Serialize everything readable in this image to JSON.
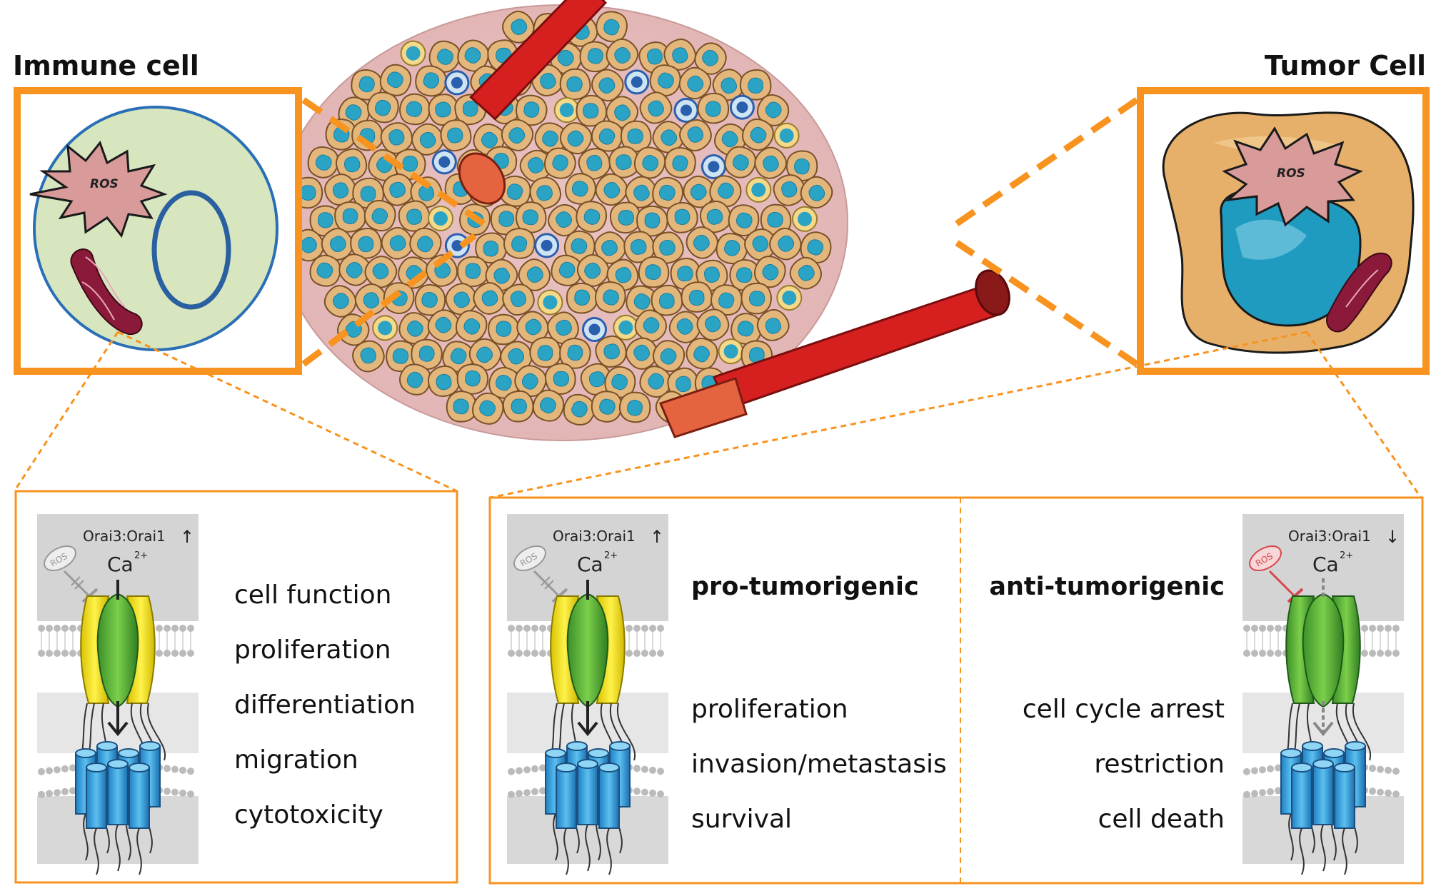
{
  "immune_title": "Immune cell",
  "tumor_title": "Tumor Cell",
  "ros_label": "ROS",
  "channel": {
    "ratio_label": "Orai3:Orai1",
    "up_arrow": "↑",
    "down_arrow": "↓",
    "ion": "Ca",
    "ion_charge": "2+"
  },
  "immune_panel": {
    "items": [
      "cell function",
      "proliferation",
      "differentiation",
      "migration",
      "cytotoxicity"
    ]
  },
  "pro_panel": {
    "heading": "pro-tumorigenic",
    "items": [
      "proliferation",
      "invasion/metastasis",
      "survival"
    ]
  },
  "anti_panel": {
    "heading": "anti-tumorigenic",
    "items": [
      "cell cycle arrest",
      "restriction",
      "cell death"
    ]
  },
  "colors": {
    "orange": "#f7931e",
    "blood_vessel": "#d62020",
    "nucleus": "#2aa3c4",
    "immune_cell_fill": "#d8e6c0",
    "tumor_cell_fill": "#e6b06a",
    "ros_fill": "#d99a9a"
  }
}
